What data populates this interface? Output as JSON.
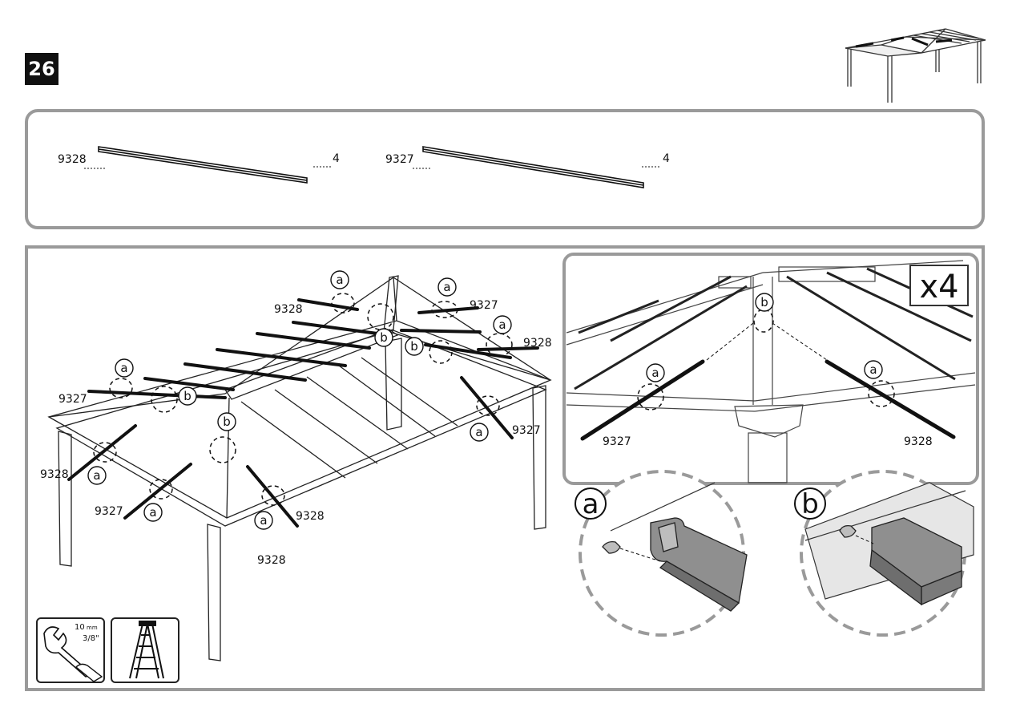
{
  "step": {
    "number": "26"
  },
  "parts": [
    {
      "code": "9328",
      "qty": "4"
    },
    {
      "code": "9327",
      "qty": "4"
    }
  ],
  "main_labels": {
    "part_9328": "9328",
    "part_9327": "9327",
    "callout_a": "a",
    "callout_b": "b"
  },
  "detail": {
    "multiplier": "x4",
    "left_part": "9327",
    "right_part": "9328",
    "callout_a": "a",
    "callout_b": "b"
  },
  "zoom": {
    "a_label": "a",
    "b_label": "b"
  },
  "tools": {
    "wrench_size_mm": "10",
    "wrench_unit": "mm",
    "wrench_size_in": "3/8\"",
    "wrench_icon": "wrench-icon",
    "ladder_icon": "ladder-icon"
  }
}
